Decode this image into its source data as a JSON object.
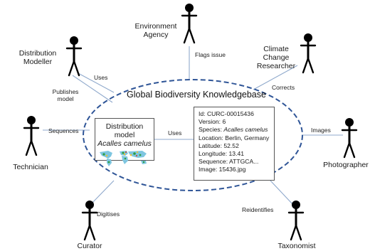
{
  "title": "Global Biodiversity Knowledgebase",
  "actors": {
    "environment_agency": [
      "Environment",
      "Agency"
    ],
    "distribution_modeller": [
      "Distribution",
      "Modeller"
    ],
    "climate_researcher": [
      "Climate",
      "Change",
      "Researcher"
    ],
    "technician": "Technician",
    "photographer": "Photographer",
    "curator": "Curator",
    "taxonomist": "Taxonomist"
  },
  "edges": {
    "flags_issue": "Flags issue",
    "uses_modeller": "Uses",
    "publishes_model": [
      "Publishes",
      "model"
    ],
    "corrects": "Corrects",
    "sequences": "Sequences",
    "images": "Images",
    "digitises": "Digitises",
    "reidentifies": "Reidentifies",
    "uses_internal": "Uses"
  },
  "distribution_model": {
    "title": "Distribution model",
    "species": "Acalles camelus"
  },
  "record": {
    "id": "Id: CURC-00015436",
    "version": "Version: 6",
    "species_label": "Species: ",
    "species_value": "Acalles camelus",
    "location": "Location: Berlin, Germany",
    "latitude": "Latitude: 52.52",
    "longitude": "Longitude: 13.41",
    "sequence": "Sequence: ATTGCA...",
    "image": "Image: 15436.jpg"
  },
  "colors": {
    "ellipse_stroke": "#2f5597",
    "connector": "#8fa9cc",
    "figure": "#000000"
  }
}
